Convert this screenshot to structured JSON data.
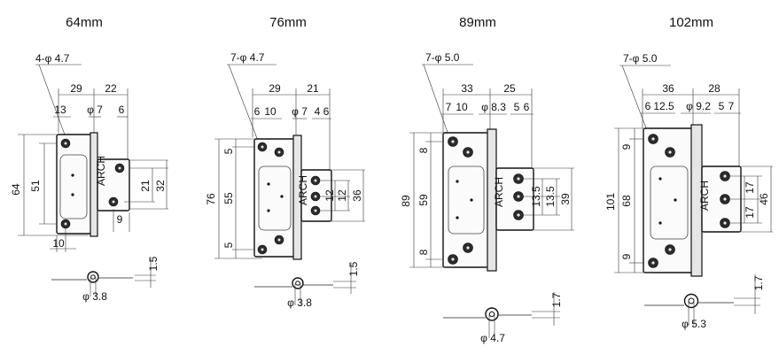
{
  "hinges": [
    {
      "title": "64mm",
      "hole_callout": "4-φ 4.7",
      "width_left": "29",
      "width_right": "22",
      "top_a": "13",
      "top_pin": "φ 7",
      "top_b": "6",
      "height_total": "64",
      "height_leaf": "51",
      "right_a": "21",
      "right_b": "32",
      "bottom_a": "9",
      "bottom_b": "10",
      "section_dim": "1.5",
      "section_pin": "φ 3.8",
      "logo": "ARCH"
    },
    {
      "title": "76mm",
      "hole_callout": "7-φ 4.7",
      "width_left": "29",
      "width_right": "21",
      "top_a": "6",
      "top_b": "10",
      "top_pin": "φ 7",
      "top_c": "4",
      "top_d": "6",
      "height_total": "76",
      "height_leaf": "55",
      "left_top": "5",
      "left_bot": "5",
      "right_a": "12",
      "right_b": "12",
      "right_c": "36",
      "section_dim": "1.5",
      "section_pin": "φ 3.8",
      "logo": "ARCH"
    },
    {
      "title": "89mm",
      "hole_callout": "7-φ 5.0",
      "width_left": "33",
      "width_right": "25",
      "top_a": "7",
      "top_b": "10",
      "top_pin": "φ 8.3",
      "top_c": "5",
      "top_d": "6",
      "height_total": "89",
      "height_leaf": "59",
      "left_top": "8",
      "left_bot": "8",
      "right_a": "13.5",
      "right_b": "13.5",
      "right_c": "39",
      "section_dim": "1.7",
      "section_pin": "φ 4.7",
      "logo": "ARCH"
    },
    {
      "title": "102mm",
      "hole_callout": "7-φ 5.0",
      "width_left": "36",
      "width_right": "28",
      "top_a": "6",
      "top_b": "12.5",
      "top_pin": "φ 9.2",
      "top_c": "5",
      "top_d": "7",
      "height_total": "101",
      "height_leaf": "68",
      "left_top": "9",
      "left_bot": "9",
      "right_a": "17",
      "right_b": "17",
      "right_c": "46",
      "section_dim": "1.7",
      "section_pin": "φ 5.3",
      "logo": "ARCH"
    }
  ]
}
